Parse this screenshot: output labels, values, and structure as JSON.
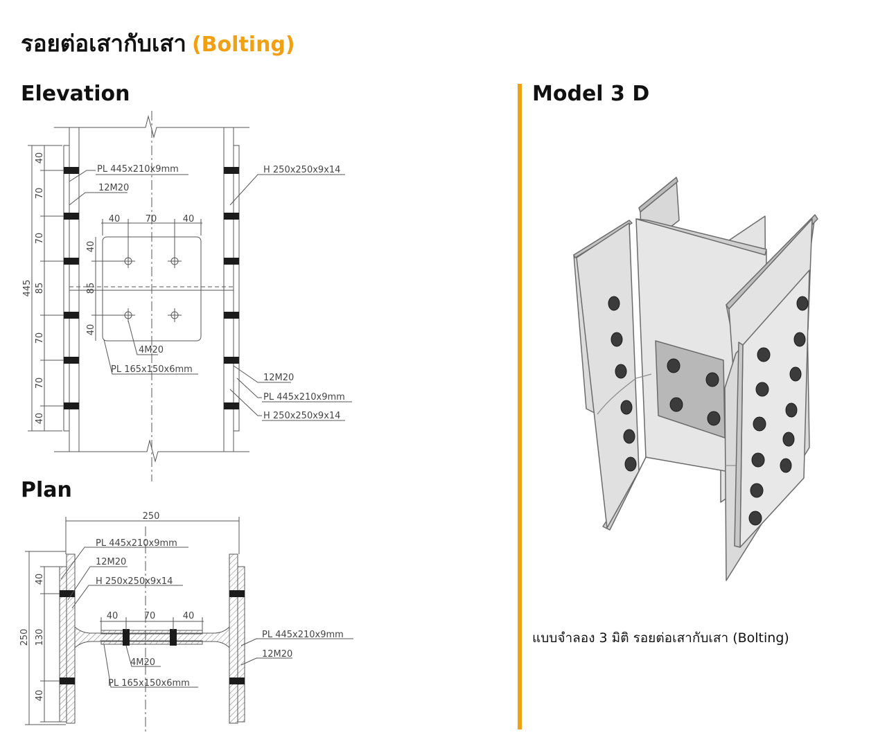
{
  "title": {
    "main": "รอยต่อเสากับเสา",
    "accent": "(Bolting)"
  },
  "sections": {
    "elevation": "Elevation",
    "plan": "Plan",
    "model": "Model 3 D"
  },
  "elevation": {
    "labels": {
      "pl_outer": "PL 445x210x9mm",
      "bolts_outer": "12M20",
      "h_section": "H 250x250x9x14",
      "bolts_inner": "4M20",
      "pl_inner": "PL 165x150x6mm",
      "bolts_outer_2": "12M20",
      "pl_outer_2": "PL 445x210x9mm",
      "h_section_2": "H 250x250x9x14"
    },
    "dims_left": [
      "40",
      "70",
      "70",
      "85",
      "70",
      "70",
      "40"
    ],
    "dim_total": "445",
    "dims_top": [
      "40",
      "70",
      "40"
    ],
    "dims_inner_v": [
      "40",
      "85",
      "40"
    ]
  },
  "plan": {
    "labels": {
      "pl_outer": "PL 445x210x9mm",
      "bolts_outer": "12M20",
      "h_section": "H 250x250x9x14",
      "pl_outer_r": "PL 445x210x9mm",
      "bolts_outer_r": "12M20",
      "bolts_inner": "4M20",
      "pl_inner": "PL 165x150x6mm"
    },
    "dim_width": "250",
    "dims_top": [
      "40",
      "70",
      "40"
    ],
    "dims_left": [
      "40",
      "130",
      "40"
    ],
    "dim_total": "250"
  },
  "caption": "แบบจำลอง 3 มิติ รอยต่อเสากับเสา (Bolting)",
  "colors": {
    "accent": "#f0a015"
  }
}
